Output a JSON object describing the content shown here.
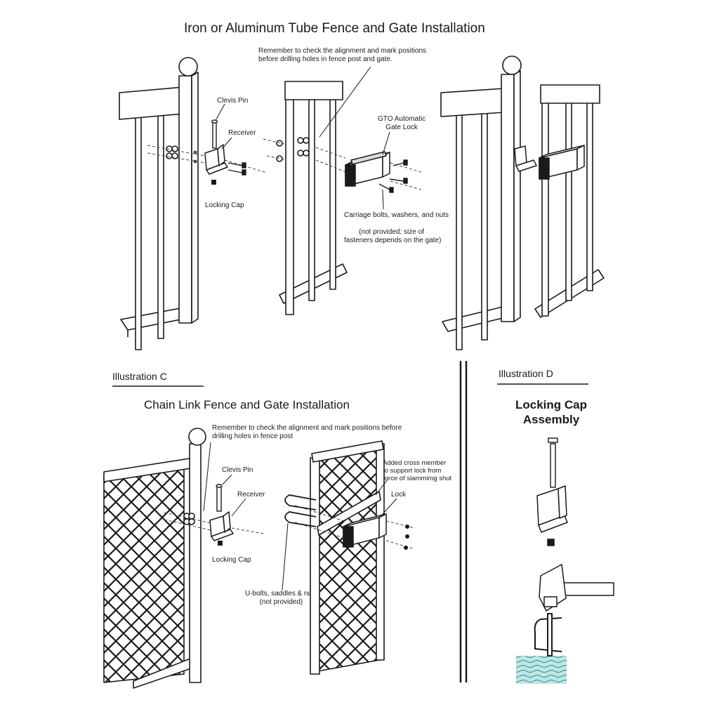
{
  "top": {
    "title": "Iron or Aluminum Tube Fence and Gate Installation",
    "note_line1": "Remember to check the alignment and mark positions",
    "note_line2": "before drilling holes in fence post and gate.",
    "clevis_pin": "Clevis Pin",
    "receiver": "Receiver",
    "locking_cap": "Locking Cap",
    "gate_lock_line1": "GTO Automatic",
    "gate_lock_line2": "Gate Lock",
    "bolts": "Carriage bolts, washers, and nuts",
    "bolts_note_line1": "(not provided; size of",
    "bolts_note_line2": "fasteners depends on the gate)"
  },
  "illustration_c": {
    "label": "Illustration C",
    "title": "Chain Link Fence and Gate Installation",
    "note_line1": "Remember to check the alignment and mark positions before",
    "note_line2": "drilling holes in fence post",
    "clevis_pin": "Clevis Pin",
    "receiver": "Receiver",
    "locking_cap": "Locking Cap",
    "cross_member_line1": "Added cross member",
    "cross_member_line2": "to support lock from",
    "cross_member_line3": "force of slammimg shut",
    "lock": "Lock",
    "ubolts_line1": "U-bolts, saddles & nuts",
    "ubolts_line2": "(not provided)"
  },
  "illustration_d": {
    "label": "Illustration D",
    "title_line1": "Locking Cap",
    "title_line2": "Assembly"
  }
}
